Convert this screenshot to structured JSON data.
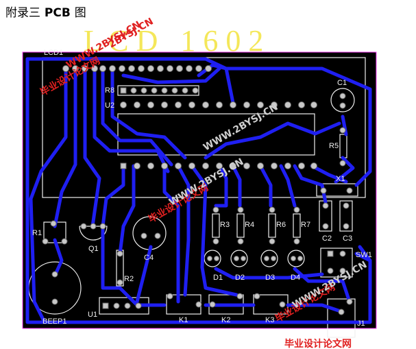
{
  "heading": {
    "cjk": "附录三",
    "latin": "PCB",
    "cjk2": "图"
  },
  "banner": {
    "text": "L C D   1 6 0 2"
  },
  "colors": {
    "board": "#000000",
    "trace": "#1f1ff2",
    "silk": "#f0f0f0",
    "pad": "#c8c8c8",
    "watermark_red": "#e02020"
  },
  "labels": {
    "lcd1": "LCD1",
    "r8": "R8",
    "u2": "U2",
    "c1": "C1",
    "r5": "R5",
    "x1": "X1",
    "r1": "R1",
    "q1": "Q1",
    "c4": "C4",
    "r2": "R2",
    "u1": "U1",
    "beep1": "BEEP1",
    "r3": "R3",
    "r4": "R4",
    "r6": "R6",
    "r7": "R7",
    "d1": "D1",
    "d2": "D2",
    "d3": "D3",
    "d4": "D4",
    "c2": "C2",
    "c3": "C3",
    "sw1": "SW1",
    "k1": "K1",
    "k2": "K2",
    "k3": "K3",
    "j1": "J1"
  },
  "watermarks": {
    "site": "WWW.2BYSJ.CN",
    "cn_name": "毕业设计论文网",
    "top": "2BYSJ.CN"
  }
}
